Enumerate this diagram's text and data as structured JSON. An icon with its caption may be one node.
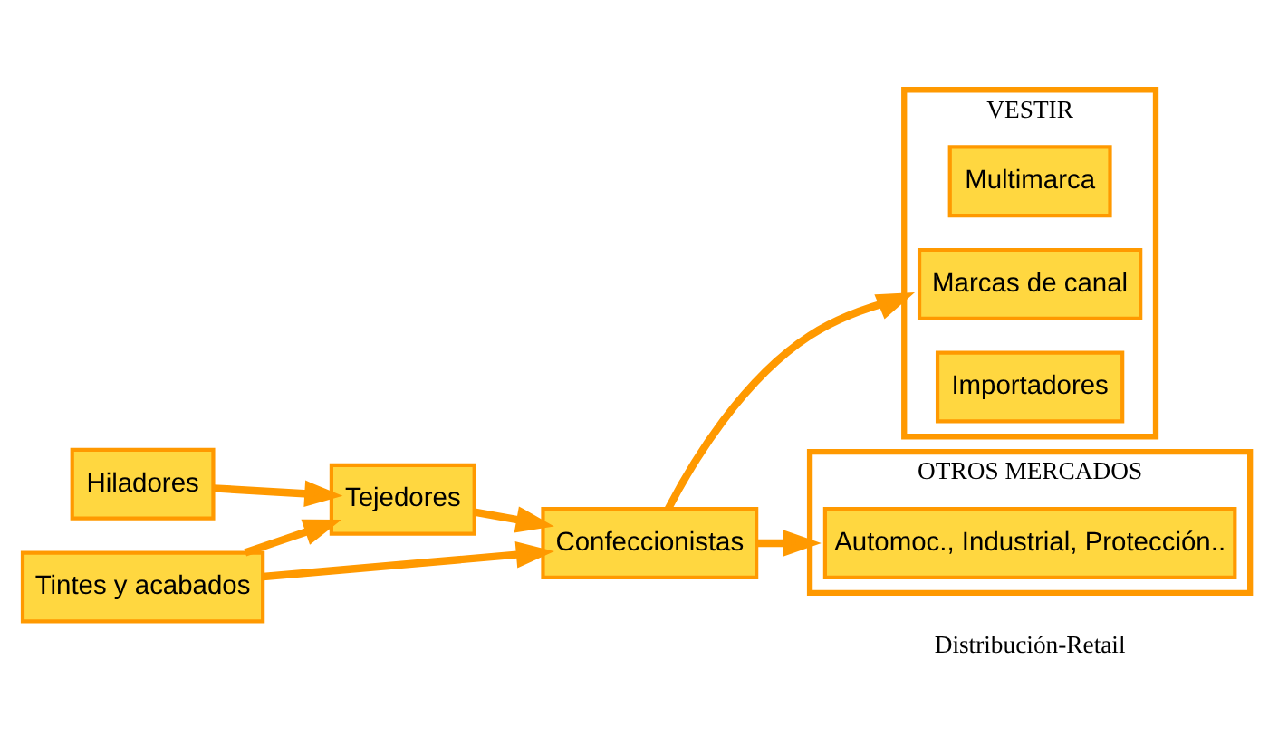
{
  "diagram": {
    "nodes": [
      {
        "text": [
          "Hiladores"
        ]
      },
      {
        "text": [
          "Tejedores"
        ]
      },
      {
        "text": [
          "Confeccionistas"
        ]
      },
      {
        "text": [
          "VESTIR"
        ]
      },
      {
        "text": [
          "Multimarca"
        ],
        "in": 3
      },
      {
        "text": [
          "Marcas de canal"
        ],
        "in": 3
      },
      {
        "text": [
          "Importadores"
        ],
        "in": 3
      },
      {
        "text": [
          "OTROS MERCADOS"
        ]
      },
      {
        "text": [
          "Automoc., Industrial, Protección.."
        ],
        "in": 7
      },
      {
        "text": [
          "Tintes y acabados"
        ]
      }
    ],
    "edges": [
      {
        "from": 0,
        "to": 1,
        "arrow": "to"
      },
      {
        "from": 1,
        "to": 2,
        "arrow": "to"
      },
      {
        "from": 2,
        "to": 3,
        "arrow": "to"
      },
      {
        "from": 2,
        "to": 7,
        "arrow": "to"
      },
      {
        "from": 9,
        "to": 1,
        "arrow": "to"
      },
      {
        "from": 9,
        "to": 2,
        "arrow": "to"
      }
    ],
    "labels": [
      "Distribución-Retail"
    ]
  }
}
